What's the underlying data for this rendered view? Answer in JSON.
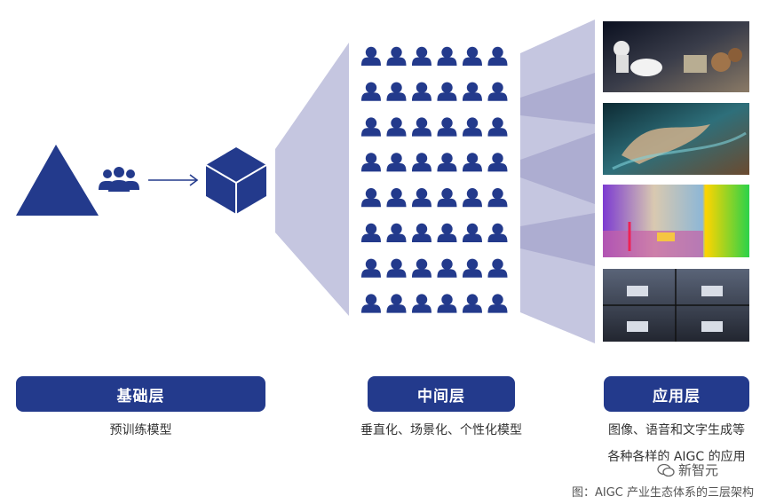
{
  "layers": [
    {
      "title": "基础层",
      "caption": "预训练模型"
    },
    {
      "title": "中间层",
      "caption": "垂直化、场景化、个性化模型"
    },
    {
      "title": "应用层",
      "caption_lines": [
        "图像、语音和文字生成等",
        "各种各样的 AIGC 的应用"
      ]
    }
  ],
  "figure_caption": "图：AIGC 产业生态体系的三层架构",
  "watermark": "新智元",
  "colors": {
    "primary": "#233a8c",
    "funnel": "#c5c6e0",
    "funnel_dark": "#9c9dc6"
  },
  "icons": [
    "triangle-icon",
    "people-group-icon",
    "arrow-right-icon",
    "cube-icon",
    "person-icon",
    "wechat-icon"
  ],
  "person_grid": {
    "rows": 8,
    "cols": 6
  }
}
